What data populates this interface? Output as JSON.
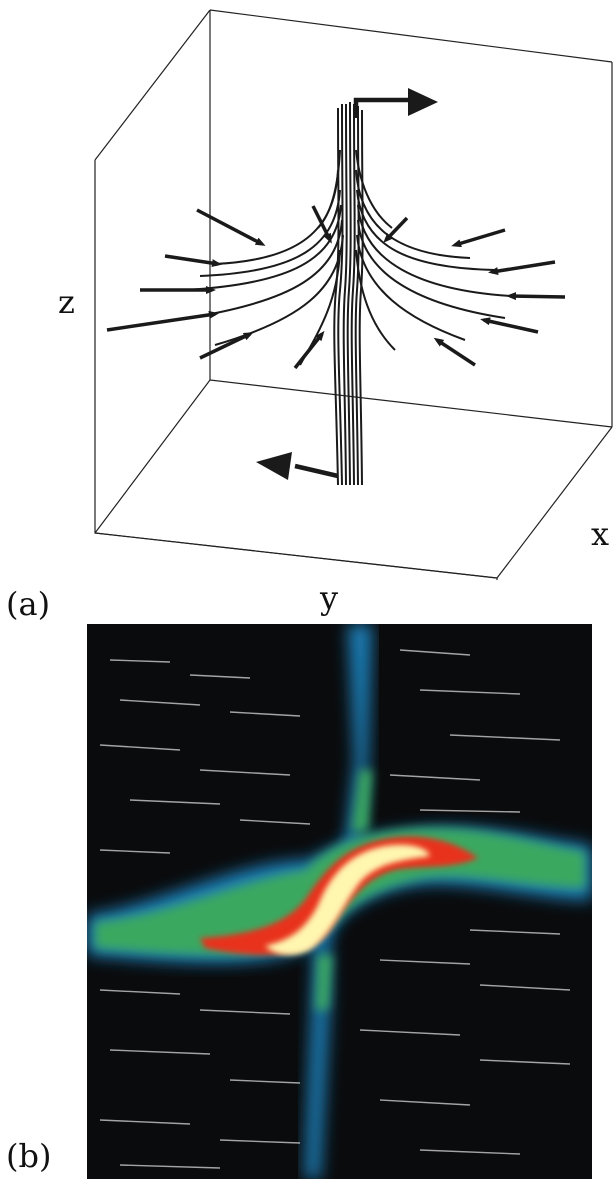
{
  "panels": {
    "a": {
      "label": "(a)",
      "axes": {
        "x": "x",
        "y": "y",
        "z": "z"
      },
      "line_color": "#1a1a1a"
    },
    "b": {
      "label": "(b)",
      "colors": {
        "background": "#0a0b0d",
        "outer": "#1f7fb8",
        "mid": "#3aa860",
        "inner": "#e8331f",
        "core": "#fff6b0",
        "streak": "#d8d8d8"
      }
    }
  }
}
